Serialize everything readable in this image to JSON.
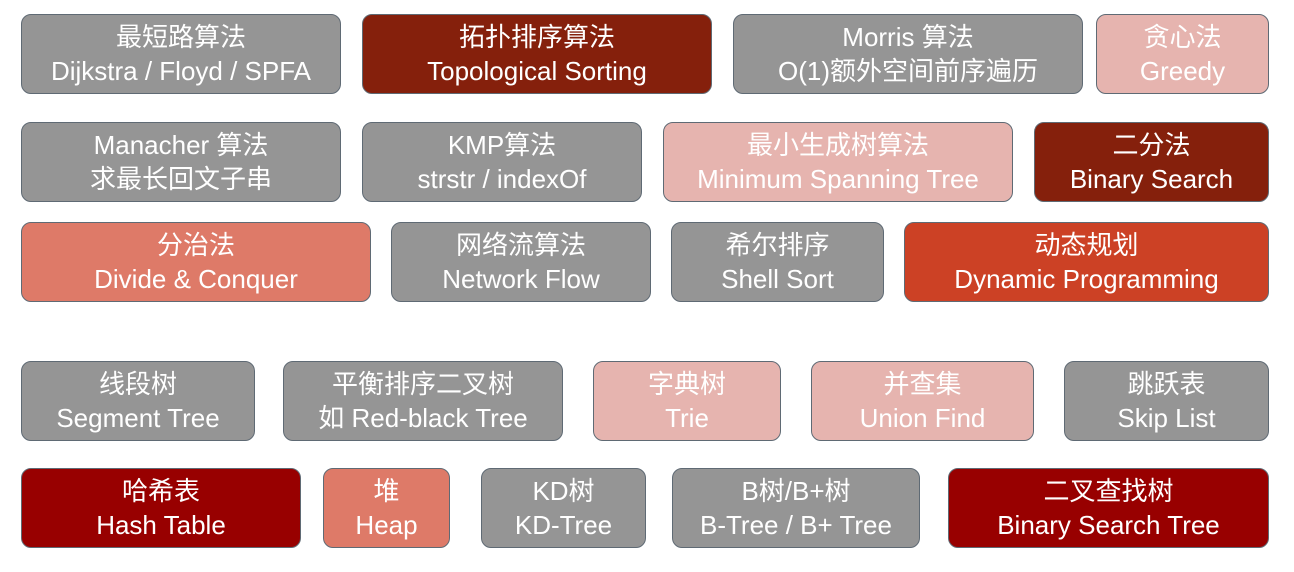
{
  "tiles": [
    {
      "line1": "最短路算法",
      "line2": "Dijkstra / Floyd / SPFA",
      "color": "#959595"
    },
    {
      "line1": "拓扑排序算法",
      "line2": "Topological Sorting",
      "color": "#85200c"
    },
    {
      "line1": "Morris 算法",
      "line2": "O(1)额外空间前序遍历",
      "color": "#959595"
    },
    {
      "line1": "贪心法",
      "line2": "Greedy",
      "color": "#e6b4af"
    },
    {
      "line1": "Manacher 算法",
      "line2": "求最长回文子串",
      "color": "#959595"
    },
    {
      "line1": "KMP算法",
      "line2": "strstr / indexOf",
      "color": "#959595"
    },
    {
      "line1": "最小生成树算法",
      "line2": "Minimum Spanning Tree",
      "color": "#e6b4af"
    },
    {
      "line1": "二分法",
      "line2": "Binary Search",
      "color": "#85200c"
    },
    {
      "line1": "分治法",
      "line2": "Divide & Conquer",
      "color": "#de7a68"
    },
    {
      "line1": "网络流算法",
      "line2": "Network Flow",
      "color": "#959595"
    },
    {
      "line1": "希尔排序",
      "line2": "Shell Sort",
      "color": "#959595"
    },
    {
      "line1": "动态规划",
      "line2": "Dynamic Programming",
      "color": "#cc4125"
    },
    {
      "line1": "线段树",
      "line2": "Segment Tree",
      "color": "#959595"
    },
    {
      "line1": "平衡排序二叉树",
      "line2": "如 Red-black Tree",
      "color": "#959595"
    },
    {
      "line1": "字典树",
      "line2": "Trie",
      "color": "#e6b4af"
    },
    {
      "line1": "并查集",
      "line2": "Union Find",
      "color": "#e6b4af"
    },
    {
      "line1": "跳跃表",
      "line2": "Skip List",
      "color": "#959595"
    },
    {
      "line1": "哈希表",
      "line2": "Hash Table",
      "color": "#980000"
    },
    {
      "line1": "堆",
      "line2": "Heap",
      "color": "#de7a68"
    },
    {
      "line1": "KD树",
      "line2": "KD-Tree",
      "color": "#959595"
    },
    {
      "line1": "B树/B+树",
      "line2": "B-Tree / B+ Tree",
      "color": "#959595"
    },
    {
      "line1": "二叉查找树",
      "line2": "Binary Search Tree",
      "color": "#980000"
    }
  ]
}
